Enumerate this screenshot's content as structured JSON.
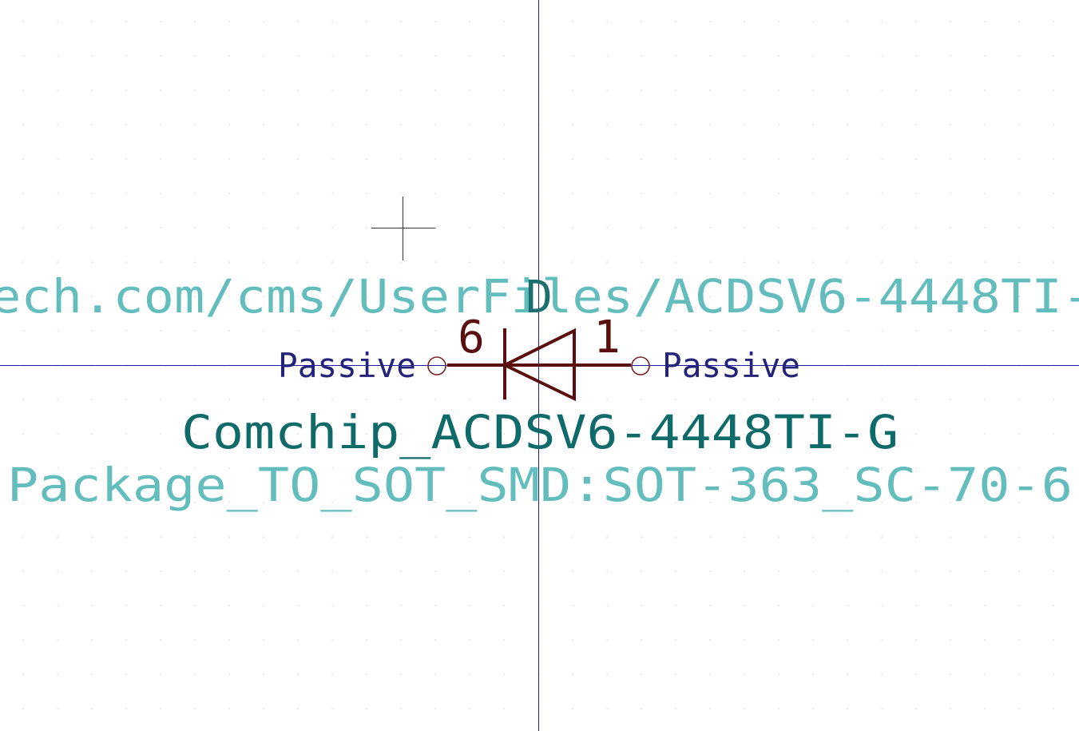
{
  "colors": {
    "background": "#ffffff",
    "grid_dots": "#c8c8c8",
    "axes": "#1a1aa8",
    "symbol_body": "#5a0e0e",
    "pin_number": "#5a0e0e",
    "pin_type": "#23237a",
    "reference": "#1d6e6e",
    "value": "#0f6a6a",
    "fields": "#63bdbd",
    "cursor": "#333333"
  },
  "symbol": {
    "reference": "D",
    "value": "Comchip_ACDSV6-4448TI-G",
    "footprint": "Package_TO_SOT_SMD:SOT-363_SC-70-6",
    "datasheet_fragment": "ech.com/cms/UserFiles/ACDSV6-4448TI-",
    "graphic": "diode-icon",
    "pins": [
      {
        "number": "6",
        "type": "Passive",
        "side": "left"
      },
      {
        "number": "1",
        "type": "Passive",
        "side": "right"
      }
    ]
  }
}
